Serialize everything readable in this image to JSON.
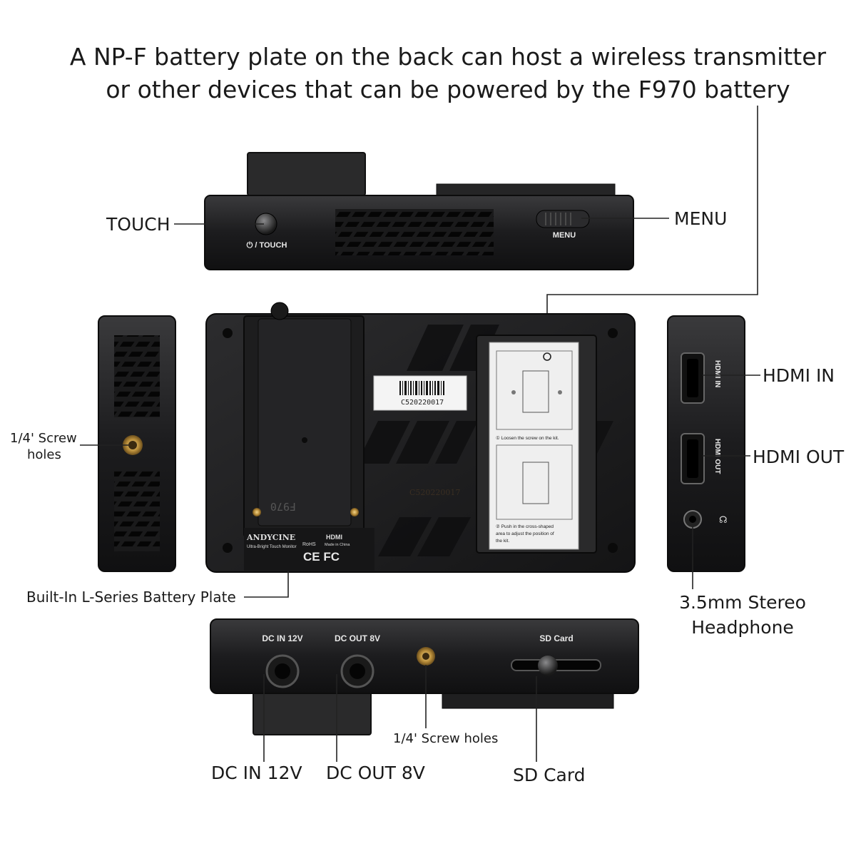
{
  "headline": {
    "line1": "A NP-F battery plate on the back can host a wireless transmitter",
    "line2": "or other devices that can be powered by the F970 battery"
  },
  "callouts": {
    "touch": "TOUCH",
    "menu": "MENU",
    "screw_holes_side_line1": "1/4' Screw",
    "screw_holes_side_line2": "holes",
    "hdmi_in": "HDMI IN",
    "hdmi_out": "HDMI OUT",
    "battery_plate": "Built-In L-Series Battery Plate",
    "headphone_line1": "3.5mm Stereo",
    "headphone_line2": "Headphone",
    "dc_in": "DC IN 12V",
    "dc_out": "DC OUT 8V",
    "screw_holes_bottom": "1/4' Screw holes",
    "sd_card": "SD Card"
  },
  "device_labels": {
    "power_touch": "⏻ / TOUCH",
    "menu": "MENU",
    "hdmi_in": "HDMI IN",
    "hdmi_out": "HDMI OUT",
    "dc_in": "DC IN 12V",
    "dc_out": "DC OUT 8V",
    "sd_card": "SD Card",
    "serial_sticker": "C520220017",
    "serial_engraved": "C520220017",
    "battery_model": "F970",
    "brand": "ANDYCINE",
    "brand_sub": "Ultra-Bright Touch Monitor",
    "hdmi_logo": "HDMI",
    "rohs": "RoHS",
    "made_in": "Made in China",
    "ce_fc": "CE FC",
    "instruction_1": "① Loosen the screw on the kit.",
    "instruction_2a": "② Push in the cross-shaped",
    "instruction_2b": "area to adjust the position of",
    "instruction_2c": "the kit."
  }
}
